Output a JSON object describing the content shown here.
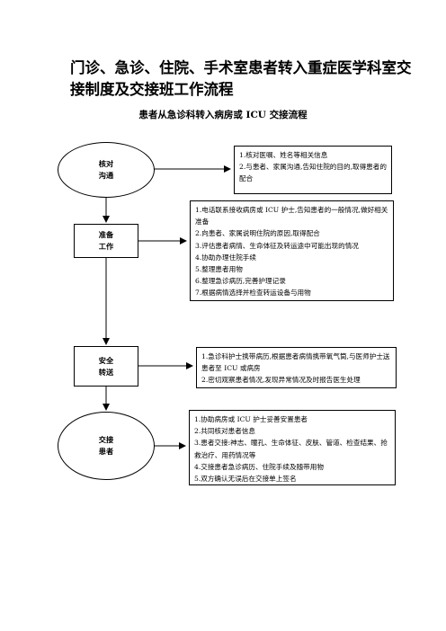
{
  "title": {
    "line1": "门诊、急诊、住院、手术室患者转入重症医学科室交",
    "line2": "接制度及交接班工作流程"
  },
  "subtitle": "患者从急诊科转入病房或 ICU 交接流程",
  "steps": [
    {
      "label_line1": "核对",
      "label_line2": "沟通",
      "shape": "ellipse",
      "details": [
        "1.核对医嘱、姓名等相关信息",
        "2.与患者、家属沟通,告知住院的目的,取得患者的配合"
      ]
    },
    {
      "label_line1": "准备",
      "label_line2": "工作",
      "shape": "rectangle",
      "details": [
        "1.电话联系接收病房或 ICU 护士,告知患者的一般情况,做好相关准备",
        "2.向患者、家属说明住院的原因,取得配合",
        "3.评估患者病情、生命体征及转运途中可能出现的情况",
        "4.协助办理住院手续",
        "5.整理患者用物",
        "6.整理急诊病历,完善护理记录",
        "7.根据病情选择并检查转运设备与用物"
      ]
    },
    {
      "label_line1": "安全",
      "label_line2": "转送",
      "shape": "rectangle",
      "details": [
        "1.急诊科护士携带病历,根据患者病情携带氧气筒,与医师护士送患者至 ICU 或病房",
        "2.密切观察患者情况,发现异常情况及时报告医生处理"
      ]
    },
    {
      "label_line1": "交接",
      "label_line2": "患者",
      "shape": "ellipse",
      "details": [
        "1.协助病房或 ICU 护士妥善安置患者",
        "2.共同核对患者信息",
        "3.患者交接:神志、瞳孔、生命体征、皮肤、管道、检查结果、抢救治疗、用药情况等",
        "4.交接患者急诊病历、住院手续及随带用物",
        "5.双方确认无误后在交接单上签名"
      ]
    }
  ]
}
